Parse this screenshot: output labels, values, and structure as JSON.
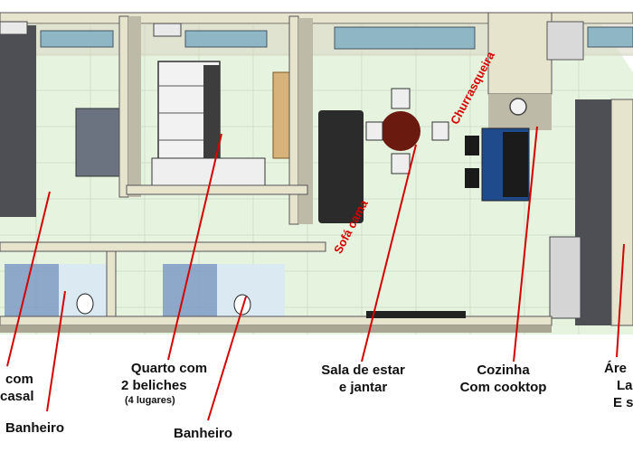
{
  "labels": {
    "quarto_casal": {
      "line1": "com",
      "line2": "casal"
    },
    "banheiro_1": "Banheiro",
    "quarto_beliches": {
      "line1": "Quarto com",
      "line2": "2 beliches",
      "line3": "(4 lugares)"
    },
    "banheiro_2": "Banheiro",
    "sala": {
      "line1": "Sala de estar",
      "line2": "e jantar"
    },
    "cozinha": {
      "line1": "Cozinha",
      "line2": "Com cooktop"
    },
    "area": {
      "line1": "Áre",
      "line2": "La",
      "line3": "E s"
    },
    "sofa_cama": "Sofá cama",
    "churrasqueira": "Churrasqueira"
  },
  "colors": {
    "floor": "#e6f3df",
    "wall_top": "#e7e4ce",
    "wall_side": "#bdbba8",
    "window": "#8fb6c4",
    "pointer": "#d50000",
    "sofa": "#2b2b2b",
    "table": "#6b1a10",
    "counter": "#1f4a8c"
  }
}
